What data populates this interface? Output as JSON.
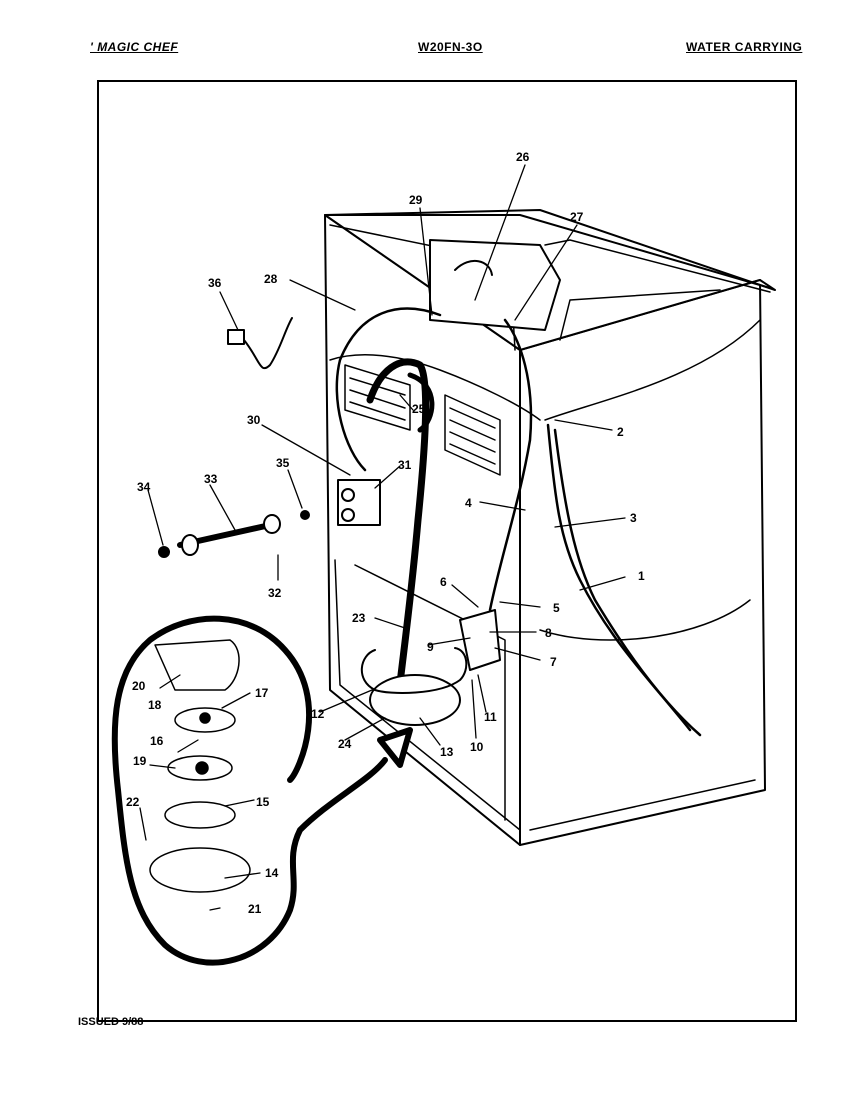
{
  "header": {
    "brand": "' MAGIC CHEF",
    "model": "W20FN-3O",
    "section": "WATER CARRYING"
  },
  "footer": {
    "issued": "ISSUED 9/88"
  },
  "callouts": [
    "1",
    "2",
    "3",
    "4",
    "5",
    "6",
    "7",
    "8",
    "9",
    "10",
    "11",
    "12",
    "13",
    "14",
    "15",
    "16",
    "17",
    "18",
    "19",
    "20",
    "21",
    "22",
    "23",
    "24",
    "25",
    "26",
    "27",
    "28",
    "29",
    "30",
    "31",
    "32",
    "33",
    "34",
    "35",
    "36"
  ]
}
